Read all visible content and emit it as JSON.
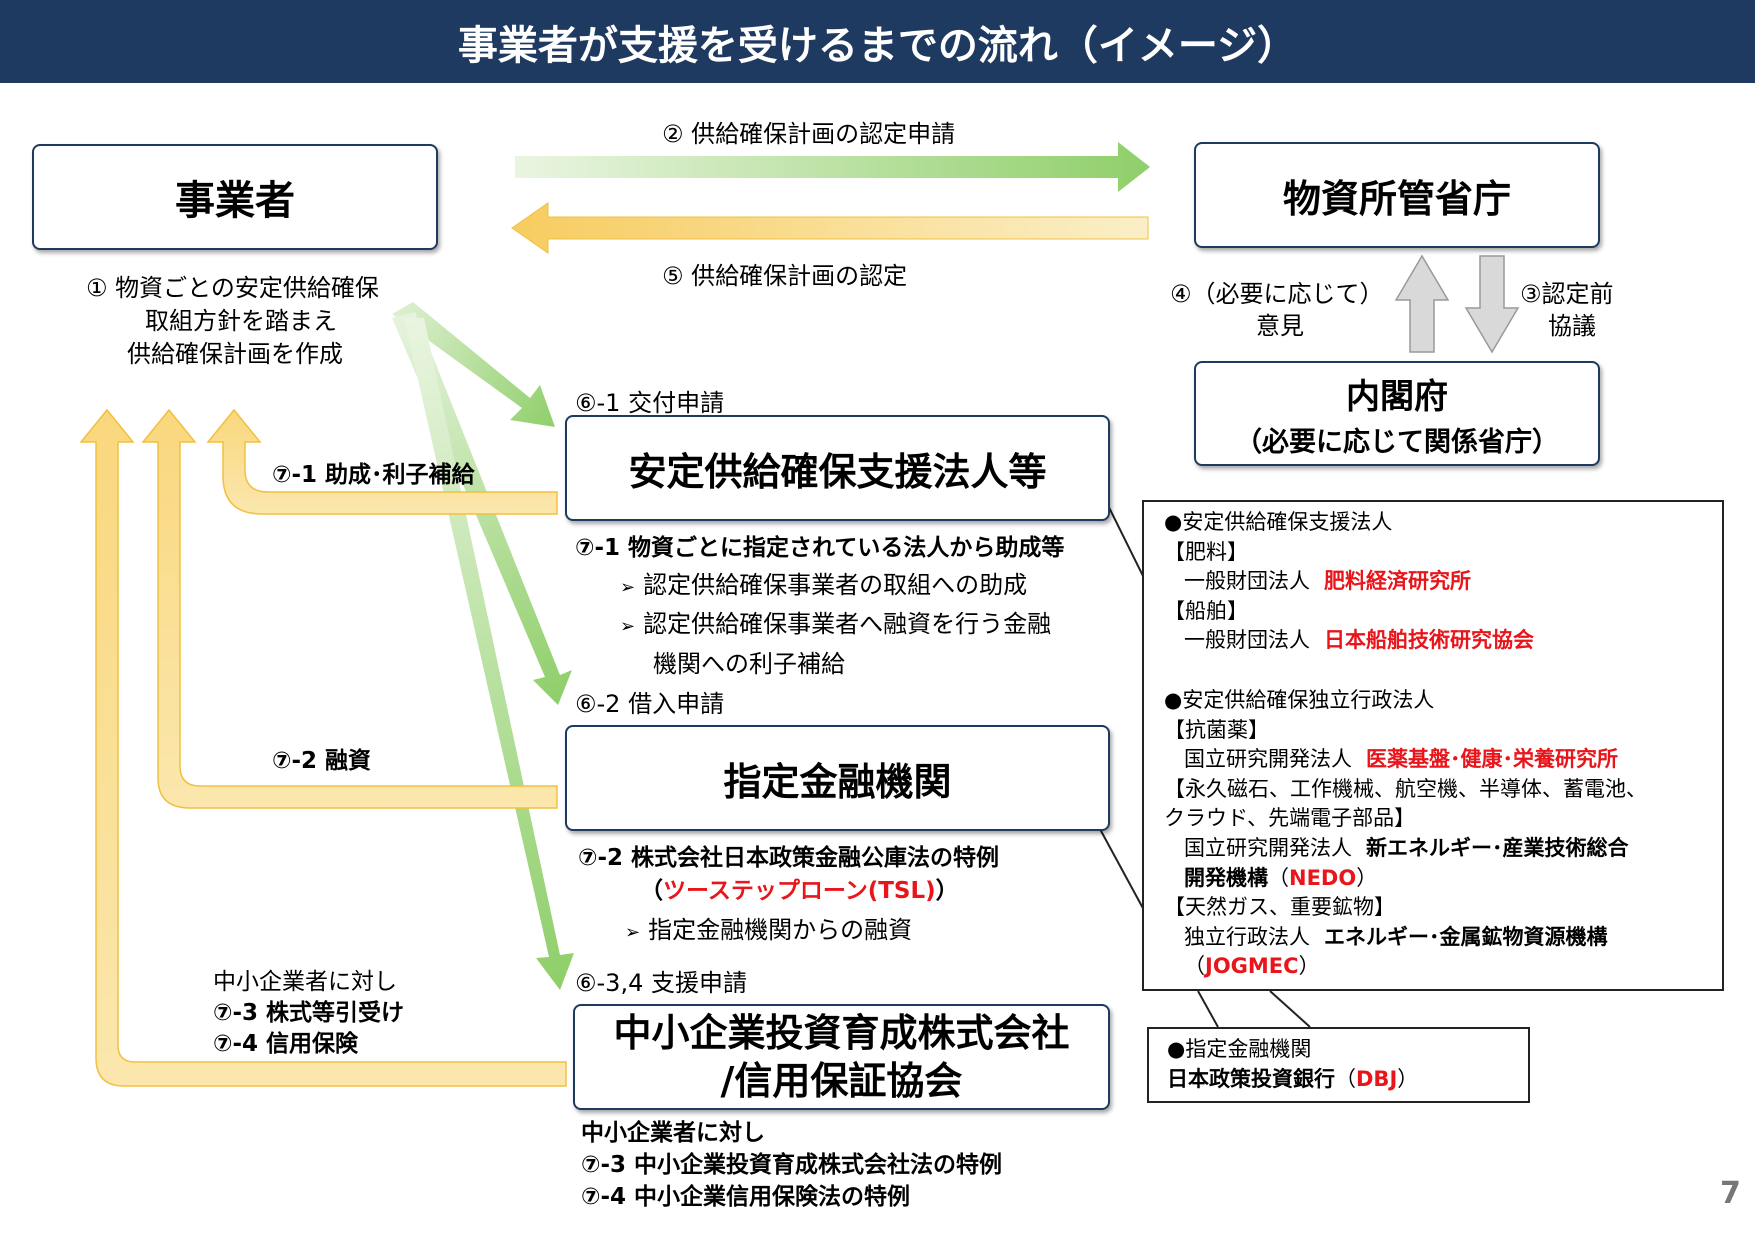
{
  "title": "事業者が支援を受けるまでの流れ（イメージ）",
  "page_number": "7",
  "boxes": {
    "business": "事業者",
    "ministry": "物資所管省庁",
    "cabinet_line1": "内閣府",
    "cabinet_line2": "（必要に応じて関係省庁）",
    "support_corp": "安定供給確保支援法人等",
    "financial": "指定金融機関",
    "sme_line1": "中小企業投資育成株式会社",
    "sme_line2": "/信用保証協会"
  },
  "labels": {
    "step2": "②  供給確保計画の認定申請",
    "step5": "⑤  供給確保計画の認定",
    "step1_line1": "①  物資ごとの安定供給確保",
    "step1_line2": "取組方針を踏まえ",
    "step1_line3": "供給確保計画を作成",
    "step4_line1": "④（必要に応じて）",
    "step4_line2": "意見",
    "step3_line1": "③認定前",
    "step3_line2": "協議",
    "step61": "⑥-1  交付申請",
    "step62": "⑥-2  借入申請",
    "step634": "⑥-3,4  支援申請",
    "arrow71": "⑦-1  助成･利子補給",
    "arrow72": "⑦-2  融資",
    "arrow734_line1": "中小企業者に対し",
    "arrow734_line2": "⑦-3  株式等引受け",
    "arrow734_line3": "⑦-4  信用保険"
  },
  "notes": {
    "n71_title": "⑦-1  物資ごとに指定されている法人から助成等",
    "n71_item1": "認定供給確保事業者の取組への助成",
    "n71_item2_line1": "認定供給確保事業者へ融資を行う金融",
    "n71_item2_line2": "機関への利子補給",
    "n72_title": "⑦-2  株式会社日本政策金融公庫法の特例",
    "n72_paren_open": "（",
    "n72_red": "ツーステップローン(TSL)",
    "n72_paren_close": "）",
    "n72_item1": "指定金融機関からの融資",
    "n73_line1": "中小企業者に対し",
    "n73_line2": "⑦-3  中小企業投資育成株式会社法の特例",
    "n73_line3": "⑦-4  中小企業信用保険法の特例",
    "bullet_marker": "➢"
  },
  "info_box": {
    "h1": "●安定供給確保支援法人",
    "cat1": "【肥料】",
    "org1_type": "一般財団法人",
    "org1_name": "肥料経済研究所",
    "cat2": "【船舶】",
    "org2_type": "一般財団法人",
    "org2_name": "日本船舶技術研究協会",
    "h2": "●安定供給確保独立行政法人",
    "cat3": "【抗菌薬】",
    "org3_type": "国立研究開発法人",
    "org3_name": "医薬基盤･健康･栄養研究所",
    "cat4_line1": "【永久磁石、工作機械、航空機、半導体、蓄電池、",
    "cat4_line2": "クラウド、先端電子部品】",
    "org4_type": "国立研究開発法人",
    "org4_name_line1": "新エネルギー･産業技術総合",
    "org4_name_line2": "開発機構",
    "org4_abbr_open": "（",
    "org4_abbr": "NEDO",
    "org4_abbr_close": "）",
    "cat5": "【天然ガス、重要鉱物】",
    "org5_type": "独立行政法人",
    "org5_name": "エネルギー･金属鉱物資源機構",
    "org5_abbr_open": "（",
    "org5_abbr": "JOGMEC",
    "org5_abbr_close": "）"
  },
  "info_box2": {
    "h": "●指定金融機関",
    "name": "日本政策投資銀行",
    "abbr_open": "（",
    "abbr": "DBJ",
    "abbr_close": "）"
  },
  "colors": {
    "title_bg": "#1f3a60",
    "box_border": "#1f3a60",
    "green_arrow": "#8fcf6a",
    "yellow_arrow": "#f8d375",
    "gray_arrow": "#d9d9d9",
    "highlight_red": "#e8151b"
  }
}
